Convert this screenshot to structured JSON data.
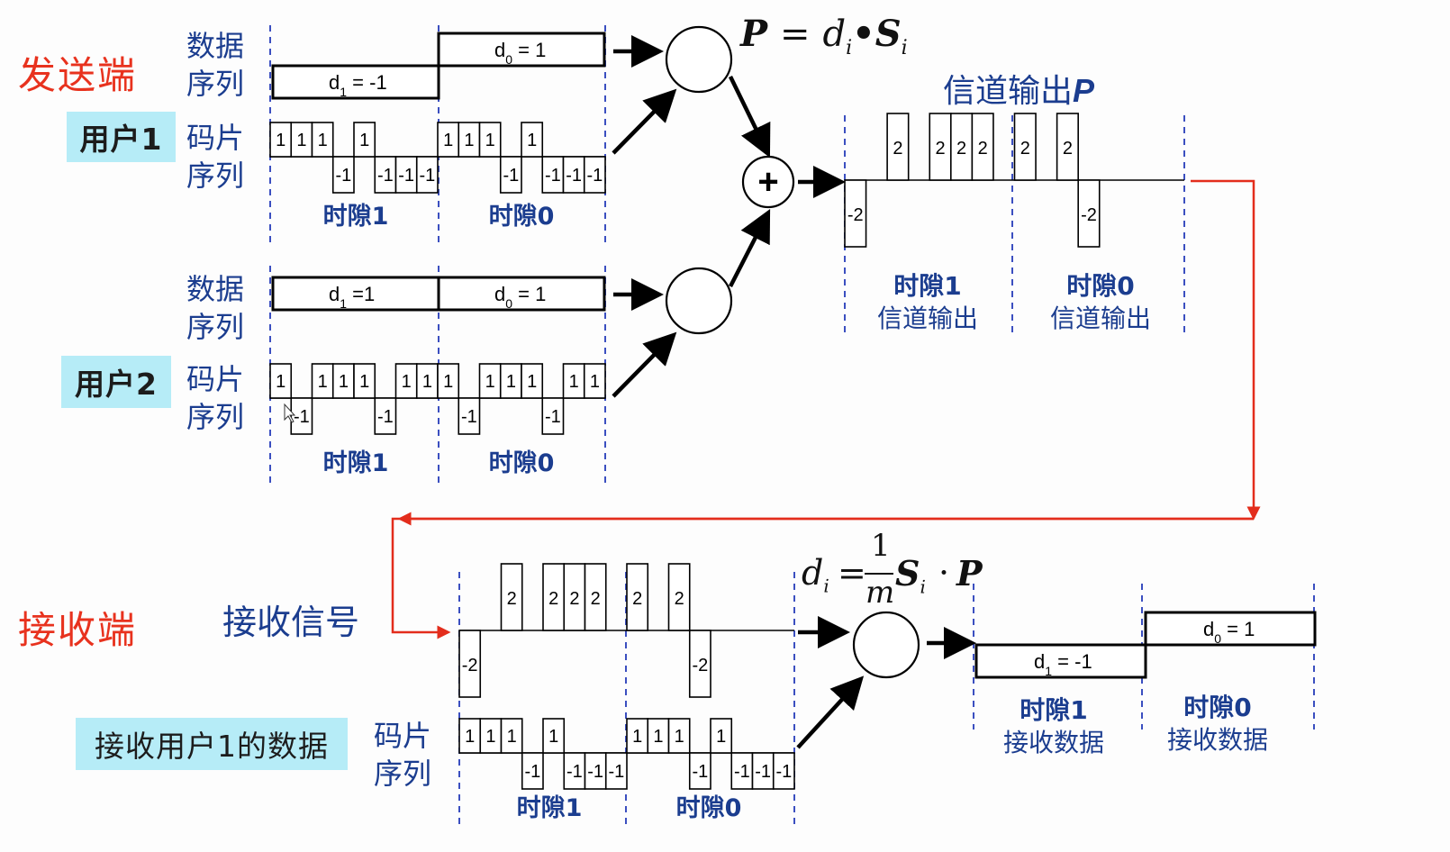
{
  "colors": {
    "label_blue": "#1b3d8f",
    "title_red": "#e8321e",
    "tag_bg": "#b6ecf7",
    "dash_blue": "#3b4fc0",
    "arrow_red": "#e32d1c"
  },
  "sender": {
    "title": "发送端",
    "user1": {
      "tag": "用户1",
      "data_label_1": "数据",
      "data_label_2": "序列",
      "chip_label_1": "码片",
      "chip_label_2": "序列",
      "data_bits": [
        {
          "slot": "1",
          "text_main": "d",
          "text_sub": "1",
          "text_rest": " = -1",
          "value": -1
        },
        {
          "slot": "0",
          "text_main": "d",
          "text_sub": "0",
          "text_rest": " = 1",
          "value": 1
        }
      ],
      "chips": [
        1,
        1,
        1,
        -1,
        1,
        -1,
        -1,
        -1
      ],
      "slot_labels": [
        "时隙1",
        "时隙0"
      ]
    },
    "user2": {
      "tag": "用户2",
      "data_label_1": "数据",
      "data_label_2": "序列",
      "chip_label_1": "码片",
      "chip_label_2": "序列",
      "data_bits": [
        {
          "slot": "1",
          "text_main": "d",
          "text_sub": "1",
          "text_rest": " =1",
          "value": 1
        },
        {
          "slot": "0",
          "text_main": "d",
          "text_sub": "0",
          "text_rest": " = 1",
          "value": 1
        }
      ],
      "chips": [
        1,
        -1,
        1,
        1,
        1,
        -1,
        1,
        1
      ],
      "slot_labels": [
        "时隙1",
        "时隙0"
      ]
    },
    "formula": {
      "lhs": "P",
      "eq": "=",
      "d": "d",
      "d_sub": "i",
      "dot": "•",
      "s": "S",
      "s_sub": "i"
    },
    "plus_symbol": "+",
    "channel": {
      "title": "信道输出",
      "title_var": "P",
      "values": [
        -2,
        0,
        2,
        0,
        2,
        2,
        2,
        0,
        2,
        0,
        2,
        -2,
        0,
        0,
        0,
        0
      ],
      "slot_labels": [
        {
          "line1": "时隙1",
          "line2": "信道输出"
        },
        {
          "line1": "时隙0",
          "line2": "信道输出"
        }
      ]
    }
  },
  "receiver": {
    "title": "接收端",
    "signal_label": "接收信号",
    "signal_values": [
      -2,
      0,
      2,
      0,
      2,
      2,
      2,
      0,
      2,
      0,
      2,
      -2,
      0,
      0,
      0,
      0
    ],
    "tag": "接收用户1的数据",
    "chip_label_1": "码片",
    "chip_label_2": "序列",
    "chips": [
      1,
      1,
      1,
      -1,
      1,
      -1,
      -1,
      -1
    ],
    "slot_labels": [
      "时隙1",
      "时隙0"
    ],
    "formula": {
      "d": "d",
      "d_sub": "i",
      "eq": "=",
      "num": "1",
      "den": "m",
      "s": "S",
      "s_sub": "i",
      "dot": "·",
      "p": "P"
    },
    "output_bits": [
      {
        "slot": "1",
        "text_main": "d",
        "text_sub": "1",
        "text_rest": " = -1",
        "value": -1
      },
      {
        "slot": "0",
        "text_main": "d",
        "text_sub": "0",
        "text_rest": " = 1",
        "value": 1
      }
    ],
    "output_labels": [
      {
        "line1": "时隙1",
        "line2": "接收数据"
      },
      {
        "line1": "时隙0",
        "line2": "接收数据"
      }
    ]
  }
}
